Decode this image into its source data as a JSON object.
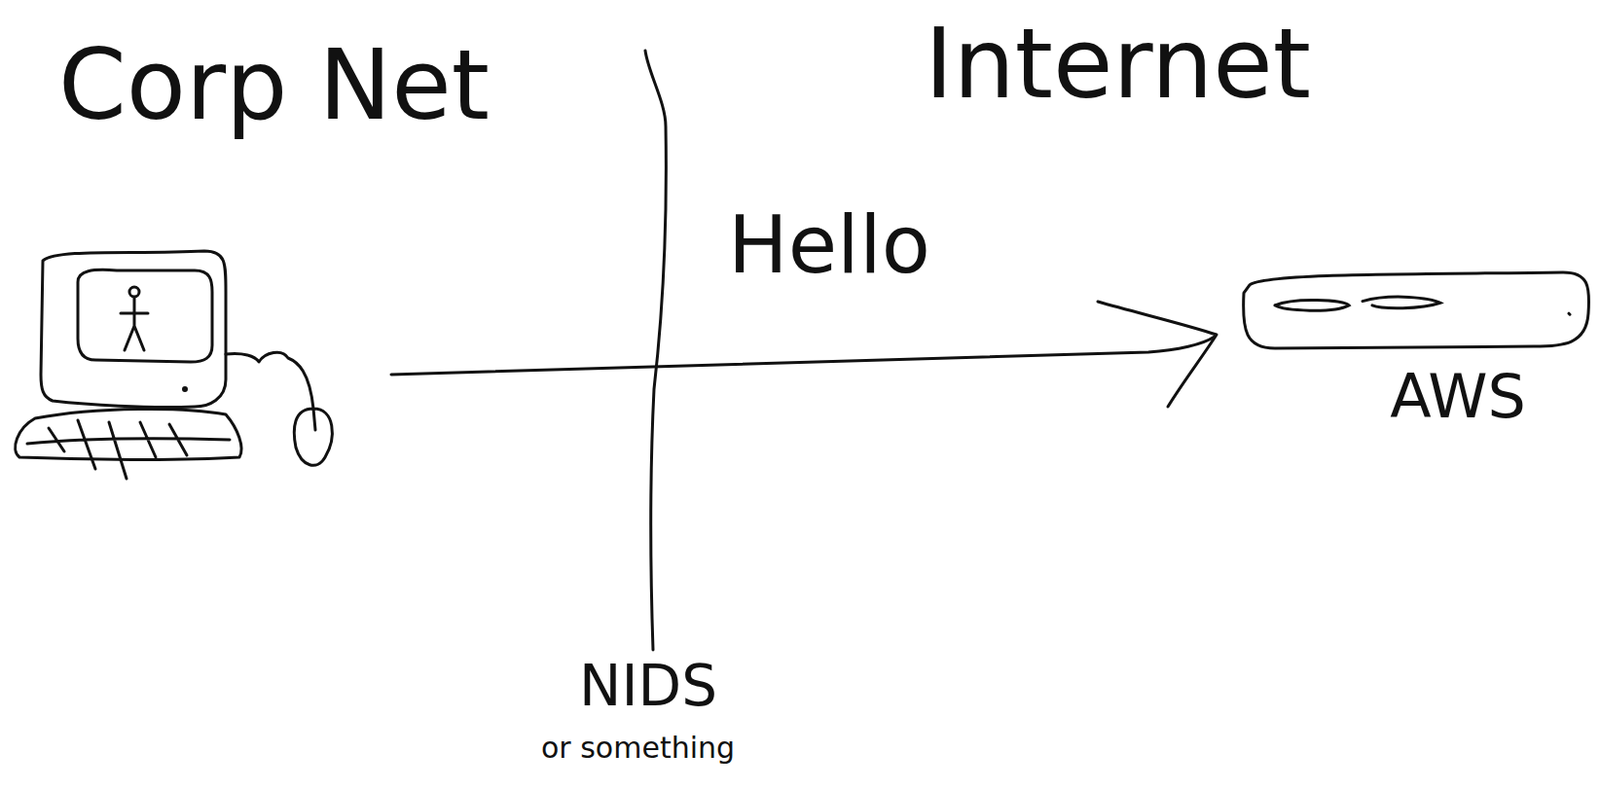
{
  "diagram": {
    "nodes": [
      {
        "text": [
          "AWS"
        ]
      }
    ],
    "labels": [
      "Corp Net",
      "Internet",
      "Hello",
      "NIDS",
      "or something"
    ]
  }
}
